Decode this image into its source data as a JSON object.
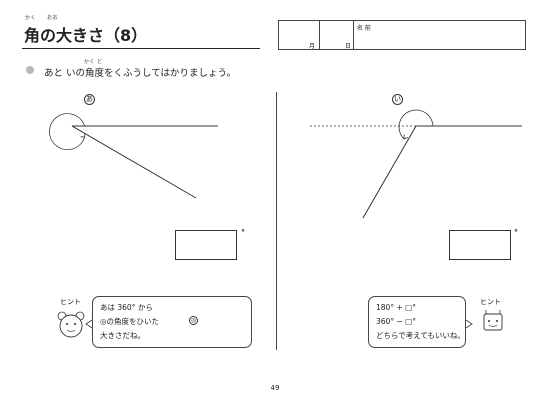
{
  "header": {
    "title": "角の大きさ（8）",
    "title_ruby_kaku": "かく",
    "title_ruby_ooki": "おお",
    "name_label": "名 前",
    "month_label": "月",
    "day_label": "日"
  },
  "instruction": {
    "text": "あと いの角度をくふうしてはかりましょう。",
    "ruby": "かく ど"
  },
  "problem_a": {
    "mark": "あ",
    "degree_unit": "°"
  },
  "problem_i": {
    "mark": "い",
    "degree_unit": "°"
  },
  "hint_left": {
    "label": "ヒント",
    "line1": "あは 360° から",
    "line2": "◎の角度をひいた",
    "line3": "大きさだね。",
    "inner_mark": "◎"
  },
  "hint_right": {
    "label": "ヒント",
    "line1": "180° + □°",
    "line2": "360° − □°",
    "line3": "どちらで考えてもいいね。"
  },
  "page_number": "49"
}
